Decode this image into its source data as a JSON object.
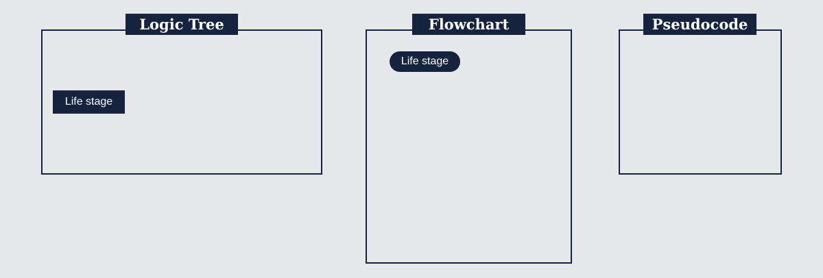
{
  "colors": {
    "background": "#e7e8ec",
    "accent": "#15233f",
    "text_on_accent": "#ffffff"
  },
  "panels": {
    "logic_tree": {
      "title": "Logic Tree",
      "node_label": "Life stage"
    },
    "flowchart": {
      "title": "Flowchart",
      "node_label": "Life stage"
    },
    "pseudocode": {
      "title": "Pseudocode"
    }
  }
}
